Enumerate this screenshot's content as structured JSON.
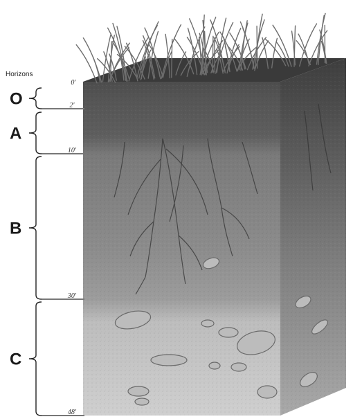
{
  "diagram": {
    "title": "Horizons",
    "horizons": [
      {
        "letter": "O",
        "top_depth": "0'",
        "bottom_depth": "2'"
      },
      {
        "letter": "A",
        "top_depth": "2'",
        "bottom_depth": "10'"
      },
      {
        "letter": "B",
        "top_depth": "10'",
        "bottom_depth": "30'"
      },
      {
        "letter": "C",
        "top_depth": "30'",
        "bottom_depth": "48'"
      }
    ],
    "colors": {
      "o_horizon": "#5a5a5a",
      "a_horizon": "#6b6b6b",
      "b_horizon": "#8f8f8f",
      "c_horizon": "#c9c9c9",
      "grass": "#6e6e6e",
      "bracket": "#222222"
    }
  }
}
